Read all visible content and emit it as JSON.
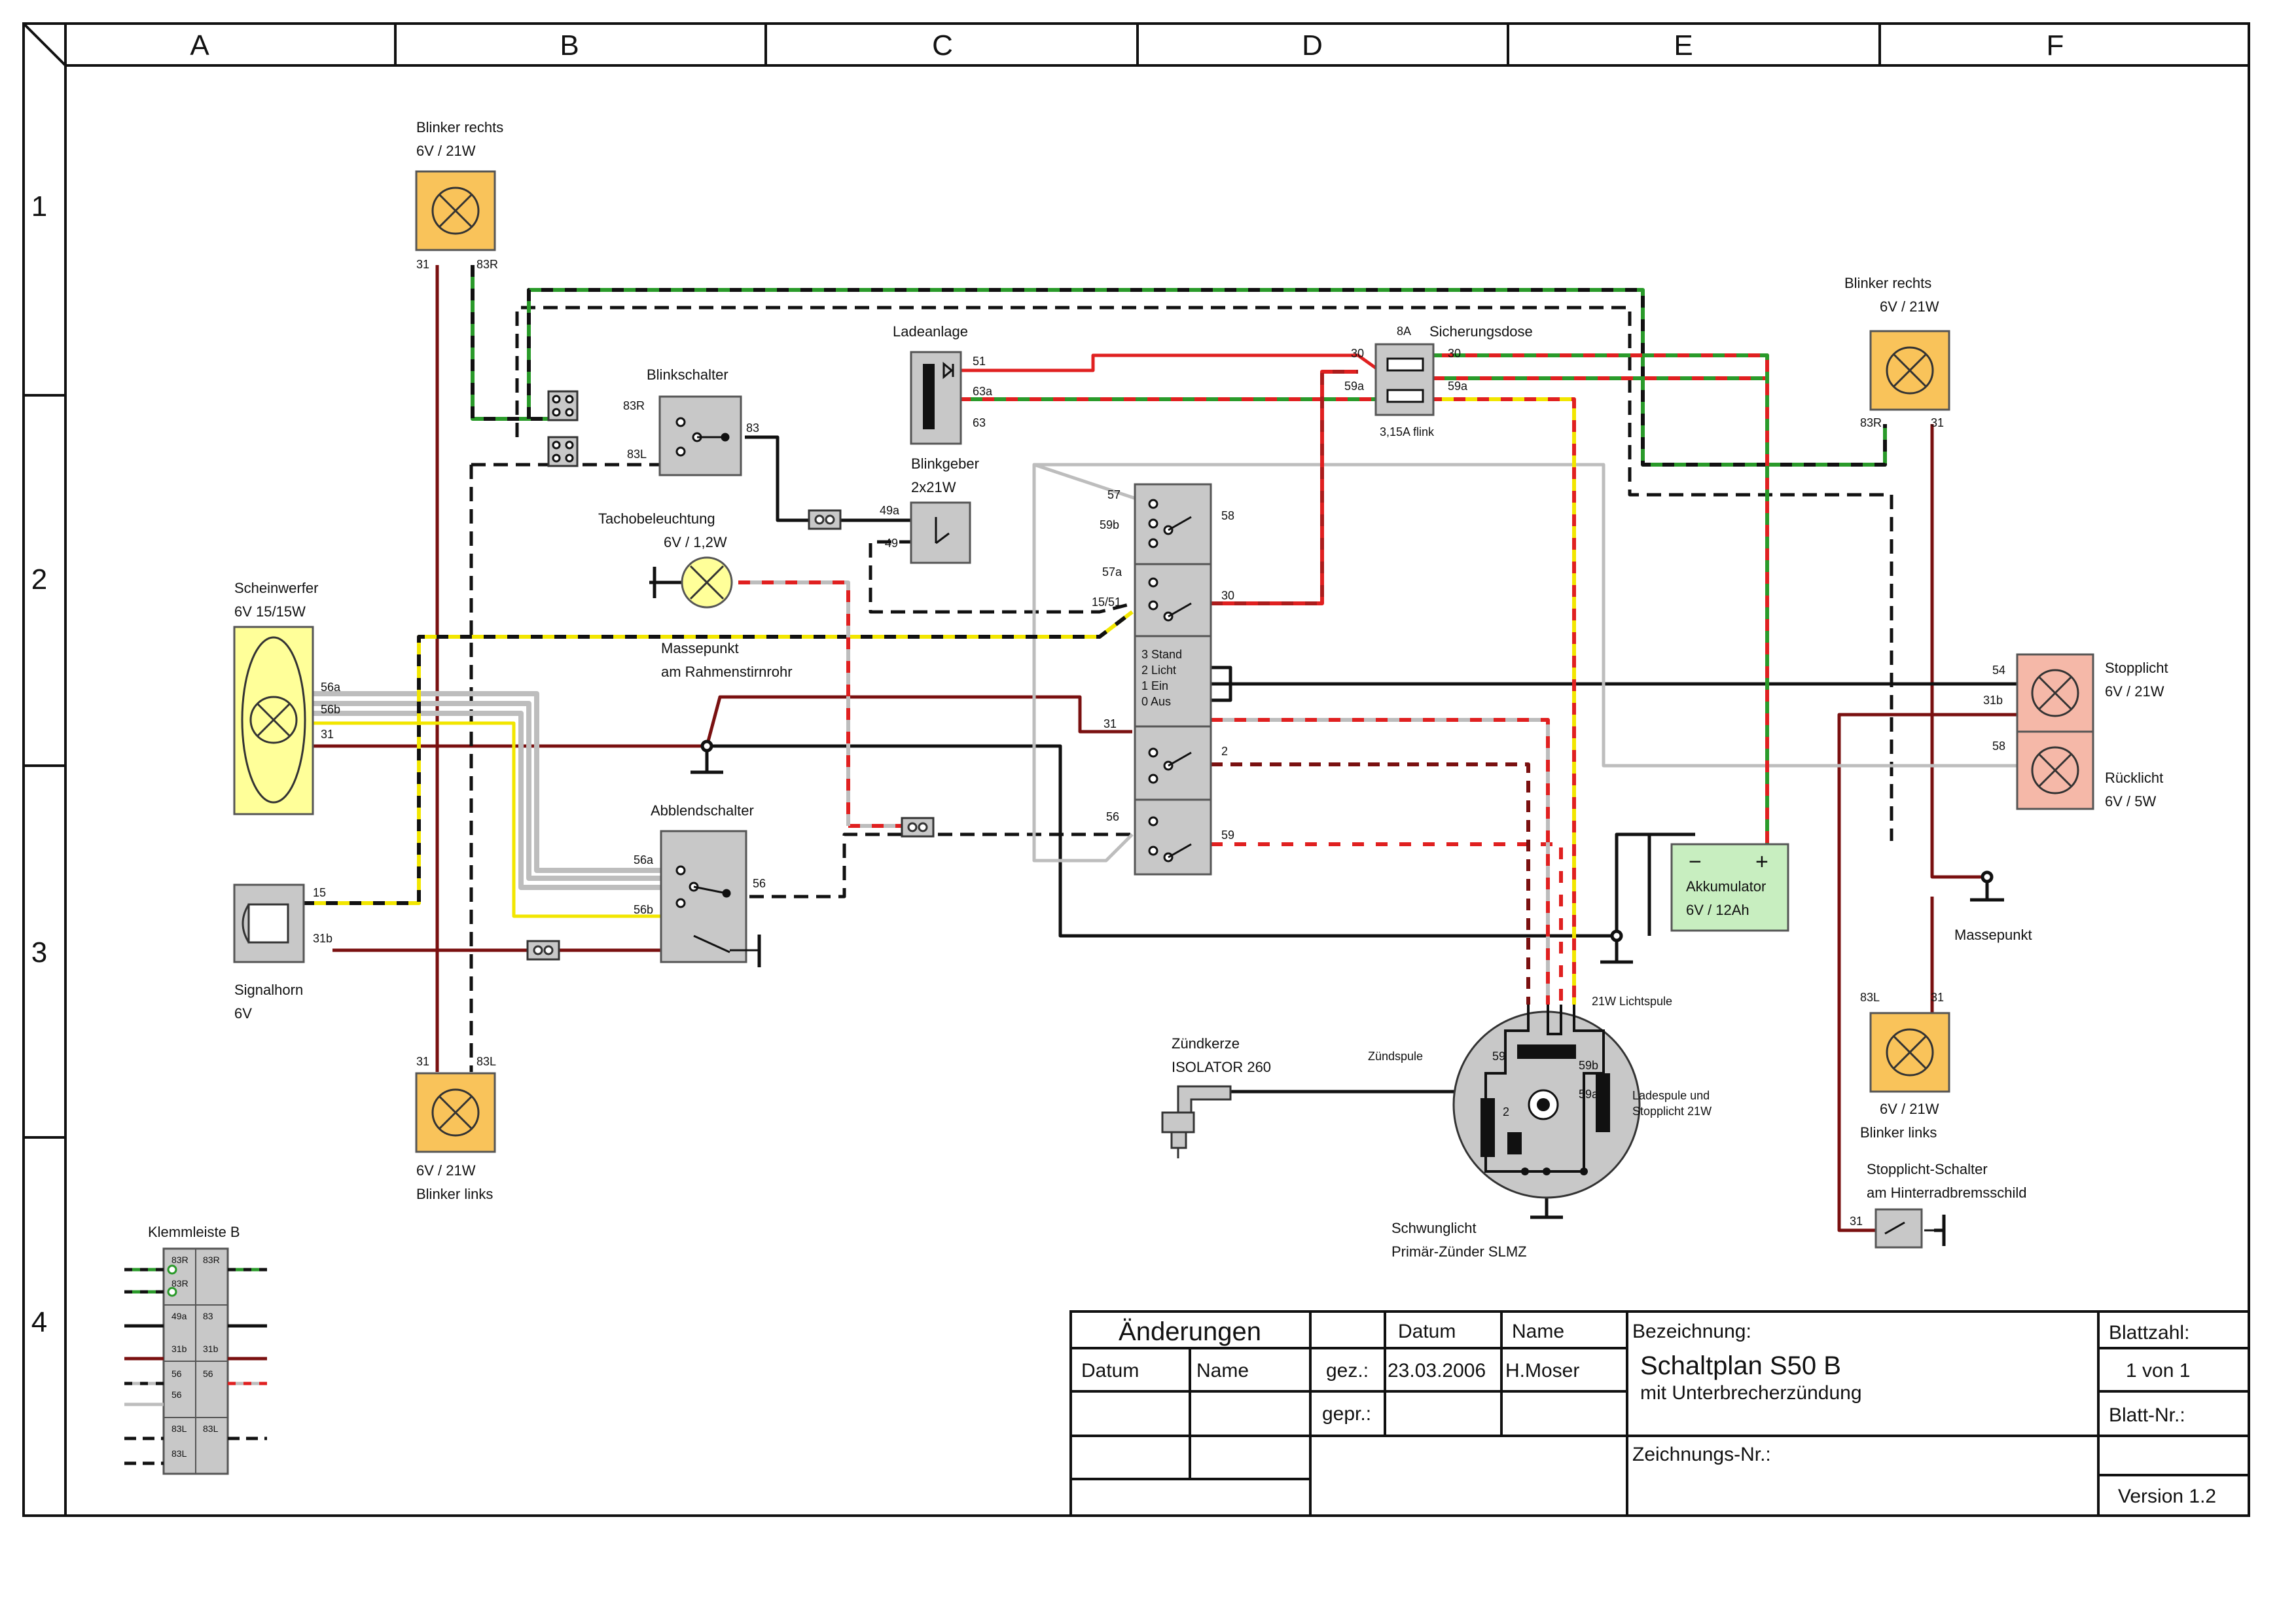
{
  "frame": {
    "columns": [
      "A",
      "B",
      "C",
      "D",
      "E",
      "F"
    ],
    "rows": [
      "1",
      "2",
      "3",
      "4"
    ]
  },
  "components": {
    "blinker_rechts_front": {
      "name": "Blinker rechts",
      "spec": "6V / 21W",
      "pin_left": "31",
      "pin_right": "83R"
    },
    "blinker_links_front": {
      "name": "Blinker links",
      "spec": "6V / 21W",
      "pin_left": "31",
      "pin_right": "83L"
    },
    "blinker_rechts_rear": {
      "name": "Blinker rechts",
      "spec": "6V / 21W",
      "pin_left": "83R",
      "pin_right": "31"
    },
    "blinker_links_rear": {
      "name": "Blinker links",
      "spec": "6V / 21W",
      "pin_left": "83L",
      "pin_right": "31"
    },
    "scheinwerfer": {
      "name": "Scheinwerfer",
      "spec": "6V 15/15W",
      "pins": [
        "56a",
        "56b",
        "31"
      ]
    },
    "signalhorn": {
      "name": "Signalhorn",
      "spec": "6V",
      "pins": [
        "15",
        "31b"
      ]
    },
    "blinkschalter": {
      "name": "Blinkschalter",
      "pins": [
        "83R",
        "83L",
        "83"
      ]
    },
    "blinkgeber": {
      "name": "Blinkgeber",
      "spec": "2x21W",
      "pins": [
        "49a",
        "49"
      ]
    },
    "tacho": {
      "name": "Tachobeleuchtung",
      "spec": "6V / 1,2W"
    },
    "ladeanlage": {
      "name": "Ladeanlage",
      "pins": [
        "51",
        "63a",
        "63"
      ]
    },
    "sicherungsdose": {
      "name": "Sicherungsdose",
      "fuse_top": "8A",
      "fuse_bottom": "3,15A flink",
      "pins": [
        "30",
        "59a",
        "30",
        "59a"
      ]
    },
    "massepunkt_rahmen": {
      "line1": "Massepunkt",
      "line2": "am Rahmenstirnrohr"
    },
    "abblendschalter": {
      "name": "Abblendschalter",
      "pins": [
        "56a",
        "56b",
        "56"
      ]
    },
    "zuendschloss": {
      "pins": [
        "57",
        "59b",
        "58",
        "57a",
        "15/51",
        "30",
        "31",
        "2",
        "56",
        "59"
      ],
      "positions": [
        "3 Stand",
        "2 Licht",
        "1 Ein",
        "0 Aus"
      ]
    },
    "stopplicht": {
      "name": "Stopplicht",
      "spec": "6V / 21W",
      "pins": [
        "54",
        "31b"
      ]
    },
    "ruecklicht": {
      "name": "Rücklicht",
      "spec": "6V / 5W",
      "pins": [
        "58"
      ]
    },
    "akkumulator": {
      "name": "Akkumulator",
      "spec": "6V / 12Ah",
      "minus": "−",
      "plus": "+"
    },
    "massepunkt_rechts": {
      "name": "Massepunkt"
    },
    "zuendkerze": {
      "name": "Zündkerze",
      "spec": "ISOLATOR 260"
    },
    "schwunglicht": {
      "line1": "Schwunglicht",
      "line2": "Primär-Zünder SLMZ",
      "lichtspule": "21W Lichtspule",
      "zuendspule": "Zündspule",
      "ladespule1": "Ladespule und",
      "ladespule2": "Stopplicht 21W",
      "pins": [
        "59",
        "2",
        "59b",
        "59a"
      ]
    },
    "stopplicht_schalter": {
      "line1": "Stopplicht-Schalter",
      "line2": "am Hinterradbremsschild",
      "pin": "31"
    },
    "klemmleiste": {
      "name": "Klemmleiste B",
      "rows": [
        [
          "83R",
          "83R"
        ],
        [
          "83R",
          ""
        ],
        [
          "49a",
          "83"
        ],
        [
          "31b",
          "31b"
        ],
        [
          "56",
          "56"
        ],
        [
          "56",
          ""
        ],
        [
          "83L",
          "83L"
        ],
        [
          "83L",
          ""
        ]
      ]
    }
  },
  "title_block": {
    "aenderungen": "Änderungen",
    "datum_col": "Datum",
    "name_col": "Name",
    "datum": "Datum",
    "name": "Name",
    "gez": "gez.:",
    "gez_datum": "23.03.2006",
    "gez_name": "H.Moser",
    "gepr": "gepr.:",
    "bezeichnung": "Bezeichnung:",
    "title": "Schaltplan S50 B",
    "subtitle": "mit Unterbrecherzündung",
    "zeichnungs_nr": "Zeichnungs-Nr.:",
    "blattzahl": "Blattzahl:",
    "blattzahl_val": "1 von 1",
    "blatt_nr": "Blatt-Nr.:",
    "version": "Version 1.2"
  },
  "colors": {
    "wire_brown": "#7a1010",
    "wire_red": "#e02020",
    "wire_green": "#2a9a2a",
    "wire_yellow": "#f2e600",
    "wire_grey": "#bdbdbd",
    "lamp_orange": "#f9c35a",
    "lamp_pink": "#f5b8a8",
    "headlight_yellow": "#ffff99",
    "battery_green": "#c8eec0",
    "box_grey": "#c8c8c8"
  }
}
